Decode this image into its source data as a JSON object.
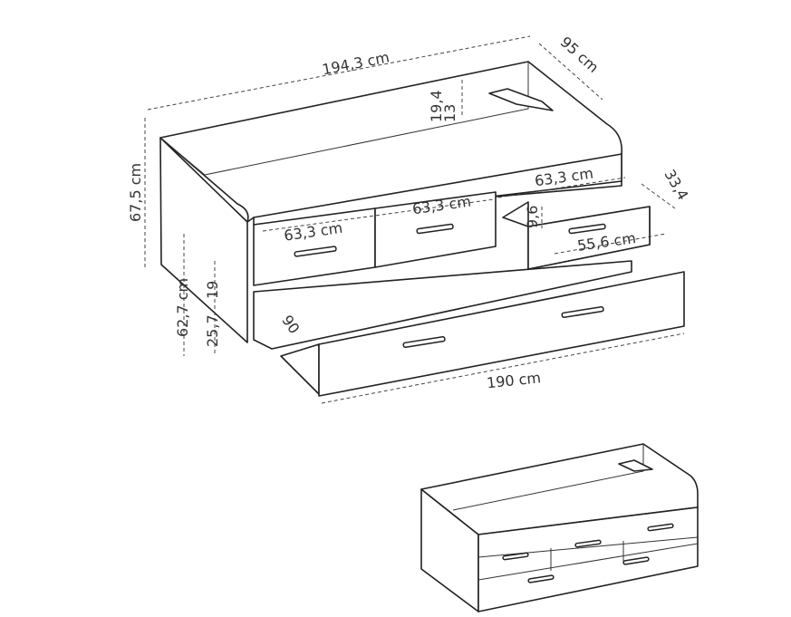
{
  "dimensions": {
    "length": "194,3 cm",
    "depth": "95 cm",
    "height": "67,5 cm",
    "top_gap": "19,4",
    "bracket_offset": "13",
    "drawer_width_1": "63,3 cm",
    "drawer_width_2": "63,3 cm",
    "drawer_width_3": "63,3 cm",
    "drawer_depth": "33,4",
    "drawer_height": "9,6",
    "drawer_inner": "55,6 cm",
    "bed_height": "62,7 cm",
    "drawer_row_height": "19",
    "lower_height": "25,7",
    "pullout_depth": "90",
    "pullout_length": "190 cm"
  }
}
